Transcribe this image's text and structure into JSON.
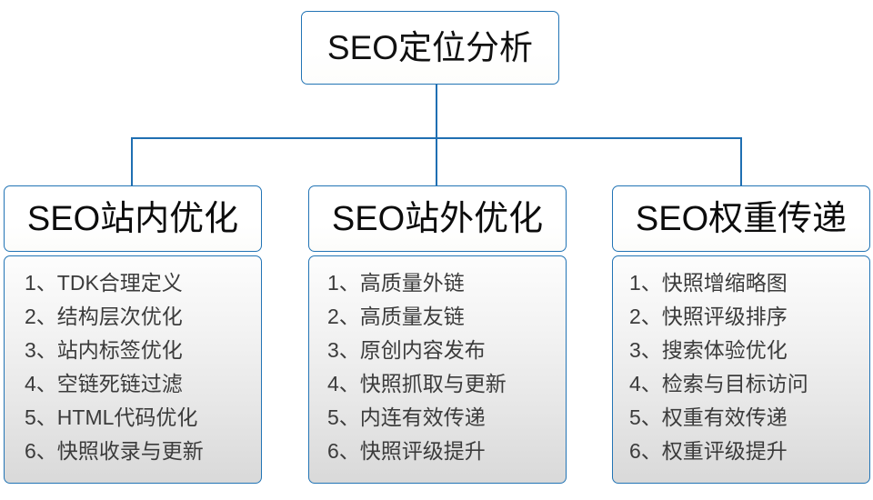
{
  "diagram": {
    "root": {
      "label": "SEO定位分析"
    },
    "branches": [
      {
        "title": "SEO站内优化",
        "items": [
          "1、TDK合理定义",
          "2、结构层次优化",
          "3、站内标签优化",
          "4、空链死链过滤",
          "5、HTML代码优化",
          "6、快照收录与更新"
        ]
      },
      {
        "title": "SEO站外优化",
        "items": [
          "1、高质量外链",
          "2、高质量友链",
          "3、原创内容发布",
          "4、快照抓取与更新",
          "5、内连有效传递",
          "6、快照评级提升"
        ]
      },
      {
        "title": "SEO权重传递",
        "items": [
          "1、快照增缩略图",
          "2、快照评级排序",
          "3、搜索体验优化",
          "4、检索与目标访问",
          "5、权重有效传递",
          "6、权重评级提升"
        ]
      }
    ],
    "colors": {
      "border": "#2274b5",
      "connector": "#1f6fb2",
      "title_text": "#0c0c0c",
      "item_text": "#3b3b3b",
      "body_gradient_top": "#fdfdfd",
      "body_gradient_bottom": "#d9d9d9",
      "header_background": "#ffffff",
      "page_background": "#ffffff"
    }
  }
}
